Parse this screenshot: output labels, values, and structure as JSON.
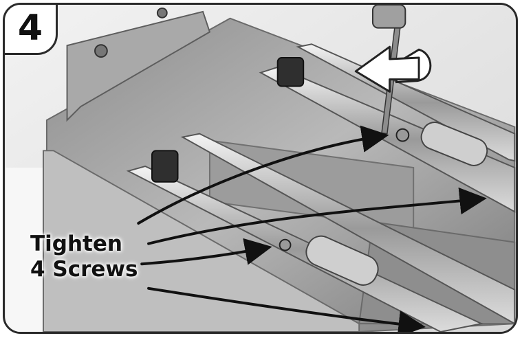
{
  "step": {
    "number": "4"
  },
  "callout": {
    "line1": "Tighten",
    "line2": "4 Screws"
  },
  "icons": {
    "rotation": "clockwise-rotate-arrow-icon",
    "tool": "screwdriver-icon"
  },
  "colors": {
    "frame": "#2a2a2a",
    "text": "#111111",
    "background": "#ffffff"
  }
}
